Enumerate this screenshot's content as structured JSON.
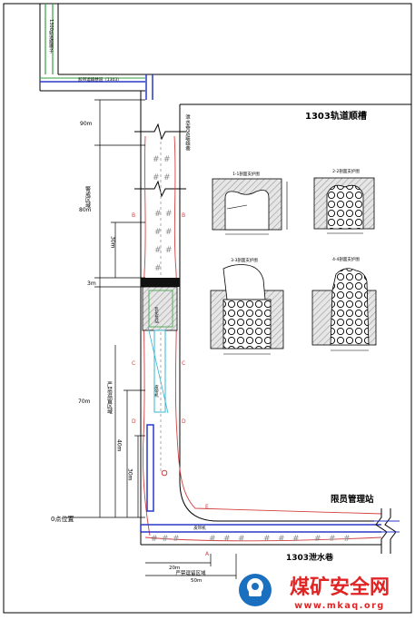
{
  "title": "1303轨道顺槽",
  "station_label": "限员管理站",
  "bottom_roadway_label": "1303泄水巷",
  "left_roadway_label": "1300轨道顺槽子",
  "roadway_top_label": "胶带运输巷道（1303）",
  "side_roadway_label": "泄水巷36联络巷",
  "zero_point": "0点位置",
  "distances": {
    "d90": "90m",
    "d80": "80m",
    "d30a": "30m",
    "d3": "3m",
    "d70": "70m",
    "d40": "40m",
    "d30b": "30m",
    "d20": "20m",
    "d50": "50m"
  },
  "zones": {
    "upper": "警戒区域",
    "middle": "严禁逗留区域",
    "bottom": "严禁逗留区域"
  },
  "markers": {
    "B": "B",
    "C": "C",
    "D": "D",
    "E": "E",
    "A": "A"
  },
  "belt_label": "皮带机",
  "belt_label2": "皮带机",
  "equipment_label": "乳化泵站",
  "sections": {
    "s1": "1-1剖面支护图",
    "s2": "2-2剖面支护图",
    "s3": "3-3剖面支护图",
    "s4": "4-4剖面支护图"
  },
  "watermark": {
    "title": "煤矿安全网",
    "url": "www.mkaq.org"
  },
  "colors": {
    "line": "#000000",
    "red": "#d24040",
    "blue": "#2b39c9",
    "cyan": "#35b6d0",
    "green": "#32a040",
    "hatch": "#777777",
    "watermark": "#e02424",
    "logo": "#1b6fbf"
  }
}
